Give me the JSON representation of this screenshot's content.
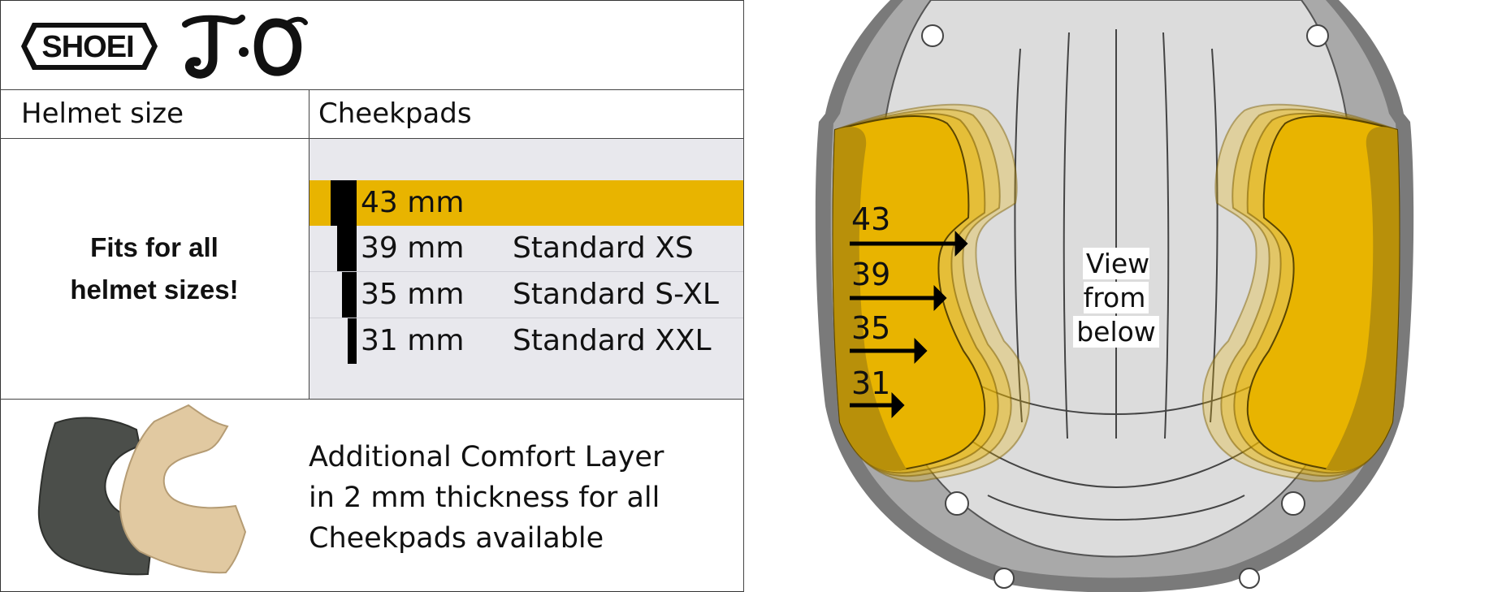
{
  "brand": "SHOEI",
  "model_logo": "J·O",
  "table": {
    "col_size_header": "Helmet size",
    "col_pads_header": "Cheekpads",
    "fits_line1": "Fits for all",
    "fits_line2": "helmet sizes!",
    "rows": [
      {
        "mm": "43 mm",
        "standard": "",
        "highlight": true
      },
      {
        "mm": "39 mm",
        "standard": "Standard XS",
        "highlight": false
      },
      {
        "mm": "35 mm",
        "standard": "Standard S-XL",
        "highlight": false
      },
      {
        "mm": "31 mm",
        "standard": "Standard XXL",
        "highlight": false
      }
    ]
  },
  "comfort": {
    "line1": "Additional Comfort Layer",
    "line2": "in 2 mm thickness for all",
    "line3": "Cheekpads available"
  },
  "diagram": {
    "view_line1": "View from",
    "view_line2": "below",
    "labels": [
      "43",
      "39",
      "35",
      "31"
    ]
  },
  "colors": {
    "highlight": "#e8b400",
    "cheekpad_dark": "#b8900a",
    "shell": "#7a7a7a",
    "liner": "#dcdcdc",
    "row_bg": "#e8e8ed"
  }
}
